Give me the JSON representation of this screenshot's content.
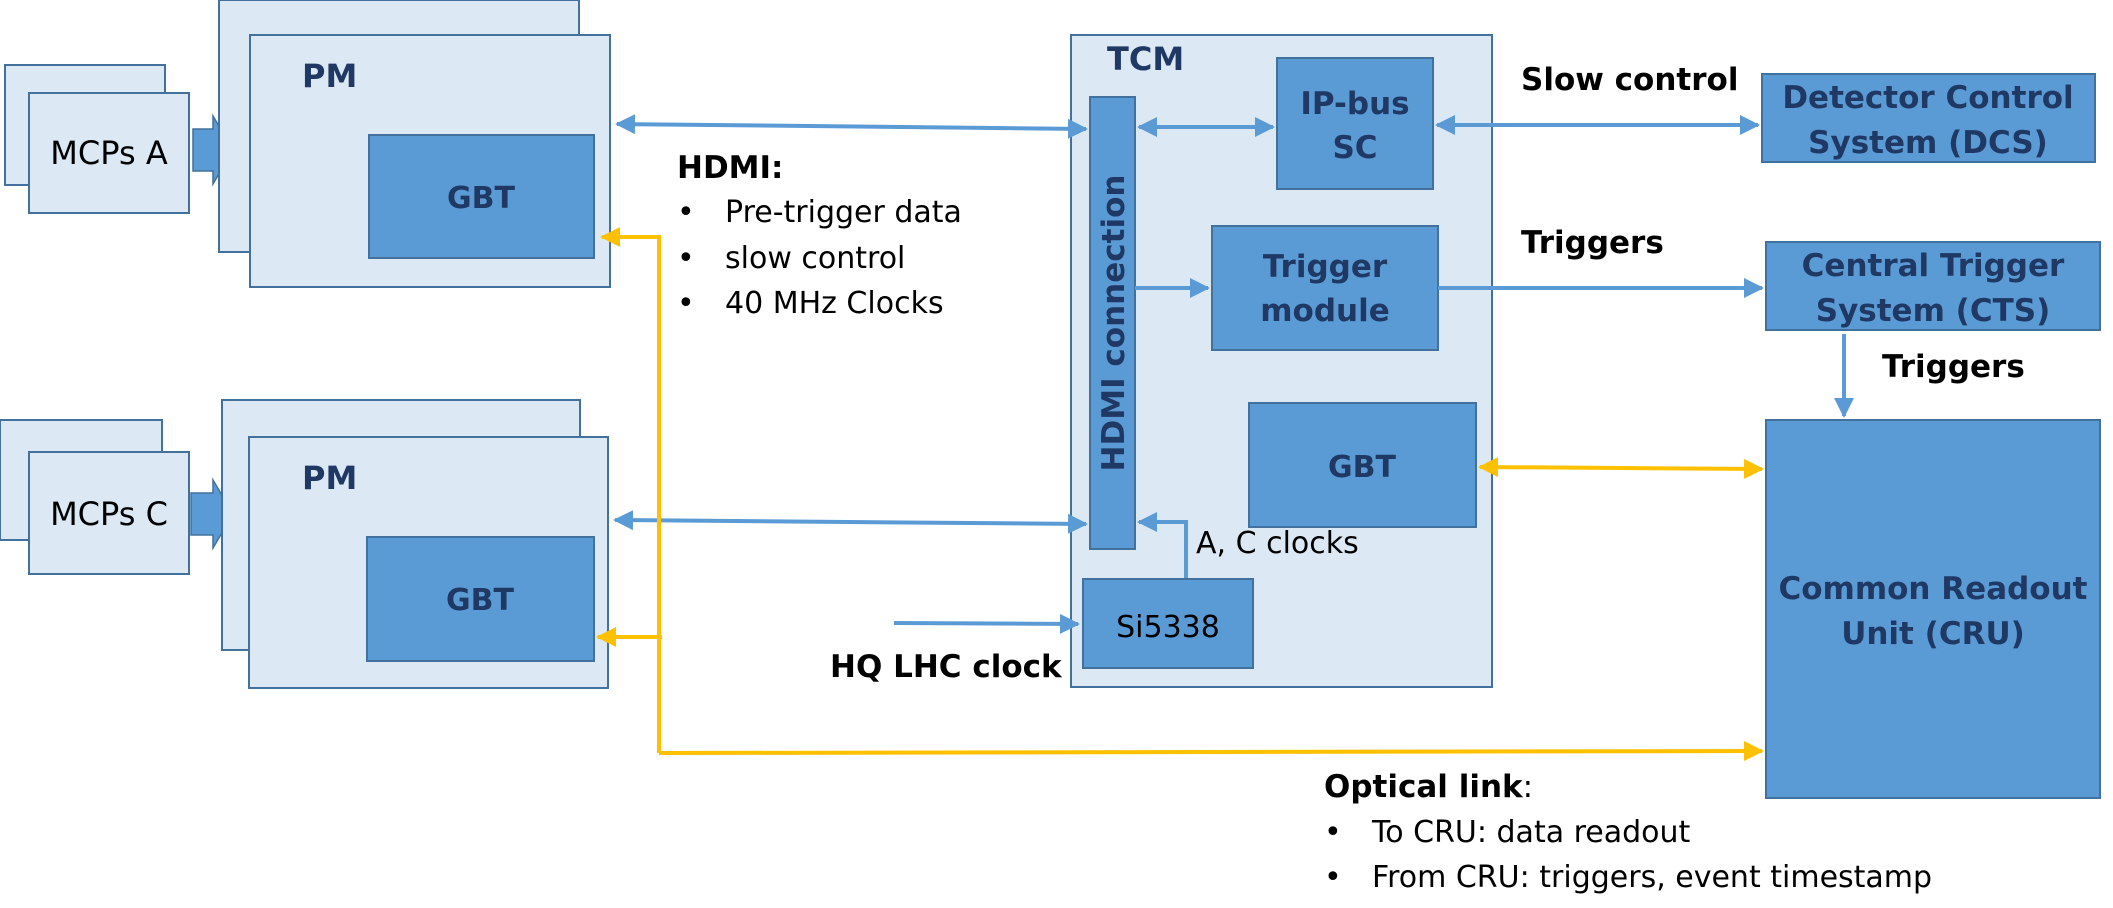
{
  "labels": {
    "mcps_a": "MCPs A",
    "mcps_c": "MCPs C",
    "pm_a_title": "PM",
    "pm_c_title": "PM",
    "gbt_a": "GBT",
    "gbt_c": "GBT",
    "tcm_title": "TCM",
    "hdmi_connection": "HDMI connection",
    "ipbus_line1": "IP-bus",
    "ipbus_line2": "SC",
    "trigger_module_line1": "Trigger",
    "trigger_module_line2": "module",
    "gbt_tcm": "GBT",
    "si5338": "Si5338",
    "ac_clocks": "A, C clocks",
    "hq_lhc_clock": "HQ LHC clock",
    "slow_control": "Slow control",
    "triggers_top": "Triggers",
    "triggers_right": "Triggers",
    "dcs_line1": "Detector Control",
    "dcs_line2": "System (DCS)",
    "cts_line1": "Central Trigger",
    "cts_line2": "System (CTS)",
    "cru_line1": "Common Readout",
    "cru_line2": "Unit (CRU)"
  },
  "hdmi_note": {
    "heading": "HDMI:",
    "items": [
      "Pre-trigger data",
      "slow control",
      "40 MHz Clocks"
    ]
  },
  "optical_note": {
    "heading": "Optical link",
    "heading_suffix": ":",
    "items": [
      "To CRU: data readout",
      "From CRU: triggers, event timestamp"
    ]
  },
  "colors": {
    "light_fill": "#dce9f5",
    "mid_fill": "#5b9bd5",
    "border": "#41719c",
    "dark_text": "#1f3864",
    "arrow_blue": "#5b9bd5",
    "arrow_yellow": "#ffc000"
  }
}
